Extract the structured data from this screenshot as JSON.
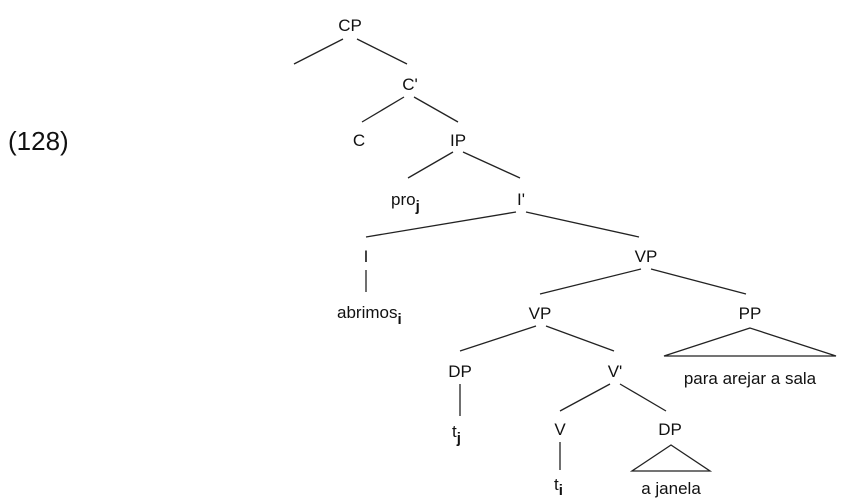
{
  "example_number": "(128)",
  "nodes": {
    "cp": "CP",
    "c_bar": "C'",
    "c": "C",
    "ip": "IP",
    "spec_ip": "pro",
    "spec_ip_index": "j",
    "i_bar": "I'",
    "i": "I",
    "verb": "abrimos",
    "verb_index": "i",
    "vp_top": "VP",
    "vp_inner": "VP",
    "pp": "PP",
    "pp_content": "para arejar a sala",
    "dp_subject": "DP",
    "v_bar": "V'",
    "trace_subject": "t",
    "trace_subject_index": "j",
    "v": "V",
    "dp_object": "DP",
    "trace_verb": "t",
    "trace_verb_index": "i",
    "dp_object_content": "a janela"
  }
}
